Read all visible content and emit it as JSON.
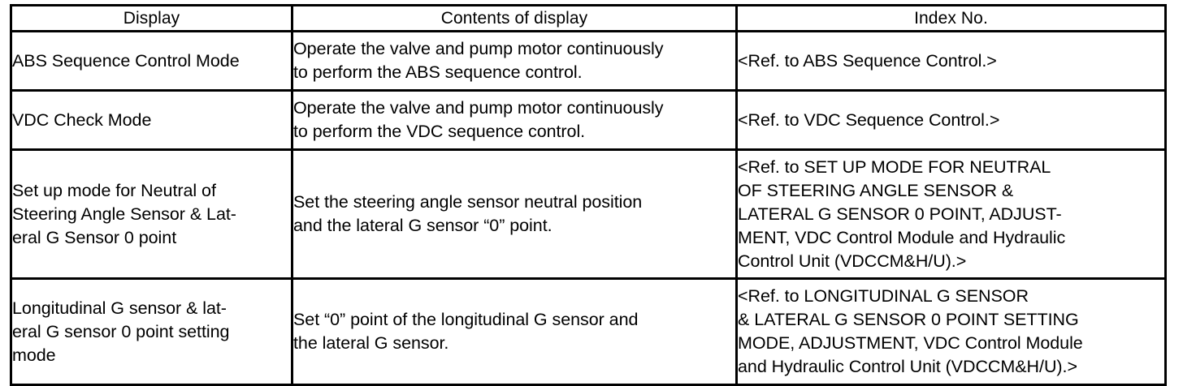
{
  "table": {
    "columns": [
      {
        "key": "display",
        "label": "Display"
      },
      {
        "key": "contents",
        "label": "Contents of display"
      },
      {
        "key": "index",
        "label": "Index No."
      }
    ],
    "rows": [
      {
        "display": "ABS Sequence Control Mode",
        "contents": "Operate the valve and pump motor continuously\nto perform the ABS sequence control.",
        "index": "<Ref. to ABS Sequence Control.>"
      },
      {
        "display": "VDC Check Mode",
        "contents": "Operate the valve and pump motor continuously\nto perform the VDC sequence control.",
        "index": "<Ref. to VDC Sequence Control.>"
      },
      {
        "display": "Set up mode for Neutral of\nSteering Angle Sensor & Lat-\neral G Sensor 0 point",
        "contents": "Set the steering angle sensor neutral position\nand the lateral G sensor “0” point.",
        "index": "<Ref. to SET UP MODE FOR NEUTRAL\nOF STEERING ANGLE SENSOR &\nLATERAL G SENSOR 0 POINT, ADJUST-\nMENT, VDC Control Module and Hydraulic\nControl Unit (VDCCM&H/U).>"
      },
      {
        "display": "Longitudinal G sensor & lat-\neral G sensor 0 point setting\nmode",
        "contents": "Set “0” point of the longitudinal G sensor and\nthe lateral G sensor.",
        "index": "<Ref. to LONGITUDINAL G SENSOR\n& LATERAL G SENSOR 0 POINT SETTING\nMODE, ADJUSTMENT, VDC Control Module\nand Hydraulic Control Unit (VDCCM&H/U).>"
      }
    ]
  },
  "colors": {
    "border": "#000000",
    "text": "#000000",
    "background": "#ffffff"
  }
}
